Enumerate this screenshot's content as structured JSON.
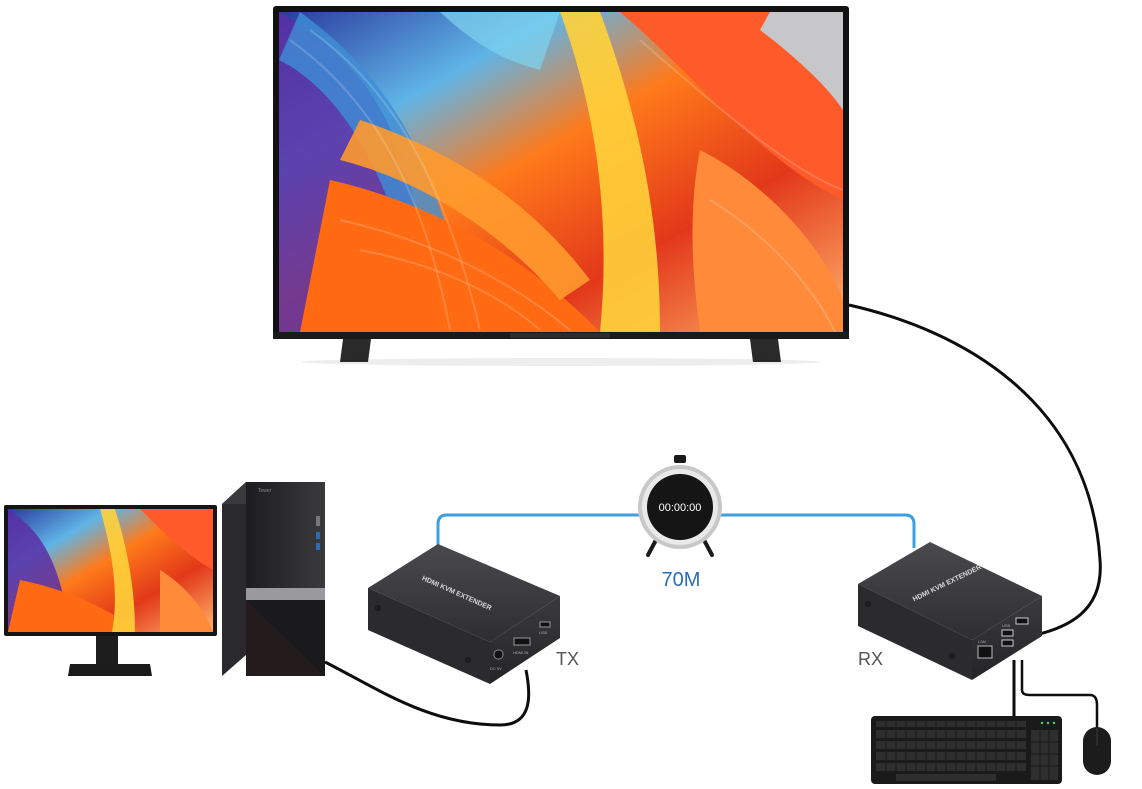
{
  "labels": {
    "timer": "00:00:00",
    "distance": "70M",
    "tx": "TX",
    "rx": "RX"
  },
  "devices": {
    "tx_text": "HDMI KVM EXTENDER",
    "rx_text": "HDMI KVM EXTENDER",
    "tower_brand": "Tower",
    "tx_port_dc": "DC 5V",
    "tx_port_hdmi": "HDMI IN",
    "tx_port_usb": "USB",
    "rx_port_lan": "LAN",
    "rx_port_usb": "USB"
  },
  "colors": {
    "cat_cable": "#3d9ee0",
    "distance_text": "#2b6cb8",
    "label_text": "#555555",
    "device_body": "#3a3a3c"
  }
}
